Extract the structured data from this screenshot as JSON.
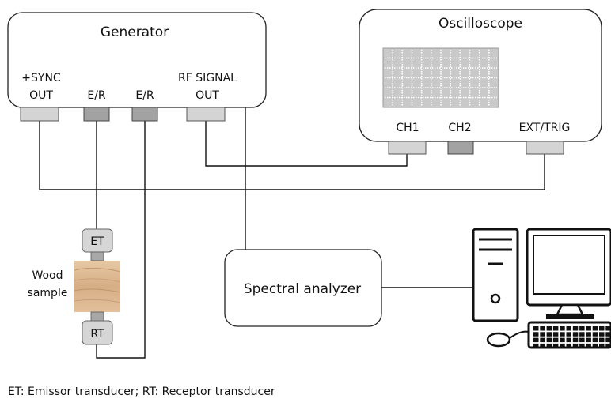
{
  "generator": {
    "title": "Generator",
    "sync_line1": "+SYNC",
    "sync_line2": "OUT",
    "er1": "E/R",
    "er2": "E/R",
    "rf_line1": "RF SIGNAL",
    "rf_line2": "OUT"
  },
  "oscilloscope": {
    "title": "Oscilloscope",
    "ch1": "CH1",
    "ch2": "CH2",
    "ext_trig": "EXT/TRIG"
  },
  "sample": {
    "et": "ET",
    "rt": "RT",
    "label_line1": "Wood",
    "label_line2": "sample"
  },
  "analyzer": {
    "label": "Spectral analyzer"
  },
  "footer": {
    "caption": "ET: Emissor transducer; RT: Receptor transducer"
  },
  "colors": {
    "port_light": "#d4d4d4",
    "port_dark": "#a2a2a2",
    "screen_grid": "#c9c9c9",
    "wood": "#d9b48e"
  },
  "icons": [
    "computer-icon",
    "monitor-icon",
    "keyboard-icon",
    "mouse-icon",
    "oscilloscope-screen-icon"
  ]
}
